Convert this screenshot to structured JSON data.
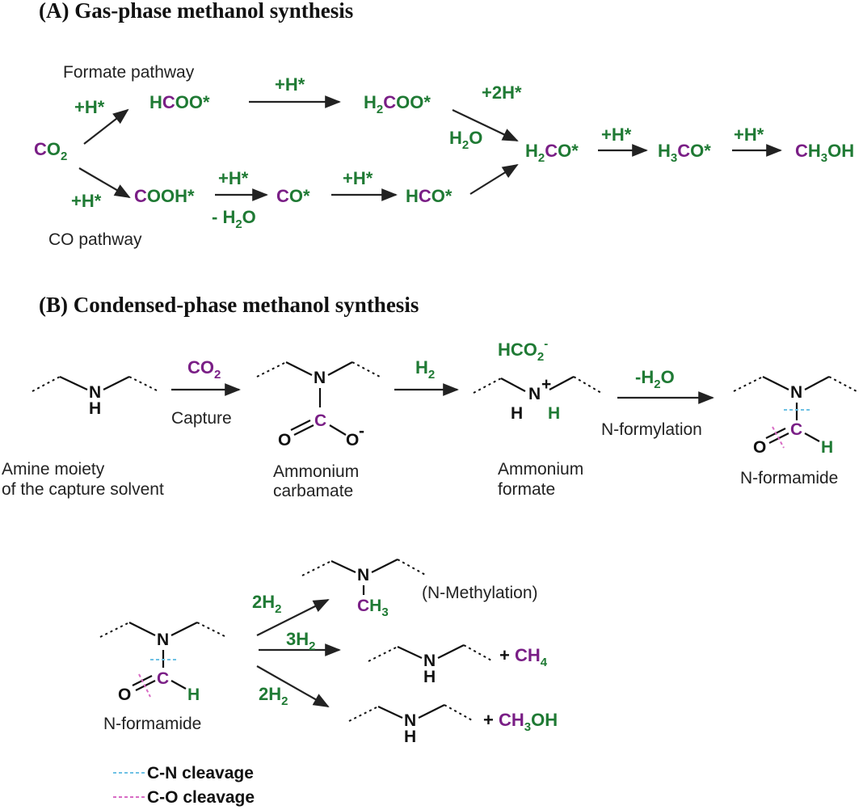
{
  "panel_a": {
    "title": "(A) Gas-phase methanol synthesis",
    "formate_pathway_label": "Formate pathway",
    "co_pathway_label": "CO pathway",
    "species": {
      "co2": {
        "a": "C",
        "b": "O",
        "sub": "2"
      },
      "hcoo": {
        "a": "H",
        "b": "C",
        "c": "OO*"
      },
      "h2coo": {
        "a": "H",
        "sub": "2",
        "b": "C",
        "c": "OO*"
      },
      "cooh": {
        "a": "C",
        "b": "OOH*"
      },
      "co": {
        "a": "C",
        "b": "O*"
      },
      "hco": {
        "a": "H",
        "b": "C",
        "c": "O*"
      },
      "h2co": {
        "a": "H",
        "sub": "2",
        "b": "C",
        "c": "O*"
      },
      "h3co": {
        "a": "H",
        "sub": "3",
        "b": "C",
        "c": "O*"
      },
      "ch3oh": {
        "a": "C",
        "b": "H",
        "sub": "3",
        "c": "OH"
      }
    },
    "reagents": {
      "plus_h": "+H*",
      "plus_2h": "+2H*",
      "h2o": {
        "a": "H",
        "sub": "2",
        "b": "O"
      },
      "minus_h2o": {
        "a": "- H",
        "sub": "2",
        "b": "O"
      }
    }
  },
  "panel_b": {
    "title": "(B) Condensed-phase methanol synthesis",
    "step1": {
      "reagent_a": "CO",
      "reagent_sub": "2",
      "label": "Capture"
    },
    "step2": {
      "reagent_a": "H",
      "reagent_sub": "2"
    },
    "step3": {
      "reagent_a": "-H",
      "reagent_sub": "2",
      "reagent_b": "O",
      "label": "N-formylation"
    },
    "counter_ion": {
      "a": "HCO",
      "sub": "2",
      "sup": "-"
    },
    "captions": {
      "amine_line1": "Amine moiety",
      "amine_line2": "of the capture solvent",
      "carbamate_line1": "Ammonium",
      "carbamate_line2": "carbamate",
      "formate_line1": "Ammonium",
      "formate_line2": "formate",
      "formamide": "N-formamide"
    },
    "atoms": {
      "N": "N",
      "H": "H",
      "C": "C",
      "O": "O",
      "O_minus": "O",
      "minus": "-",
      "plus": "+"
    },
    "branches": {
      "r1": {
        "a": "2H",
        "sub": "2"
      },
      "r2": {
        "a": "3H",
        "sub": "2"
      },
      "r3": {
        "a": "2H",
        "sub": "2"
      },
      "methylation": "(N-Methylation)",
      "ch3": {
        "a": "C",
        "b": "H",
        "sub": "3"
      },
      "plus_ch4": {
        "plus": "+ ",
        "a": "CH",
        "sub": "4"
      },
      "plus_ch3oh": {
        "plus": "+ ",
        "a": "CH",
        "sub": "3",
        "b": "OH"
      }
    },
    "legend": {
      "cn": "C-N cleavage",
      "co": "C-O cleavage"
    }
  },
  "colors": {
    "green": "#1f7a34",
    "purple": "#7a1f86",
    "cn_cleavage": "#6ec1e4",
    "co_cleavage": "#d86cc4"
  }
}
